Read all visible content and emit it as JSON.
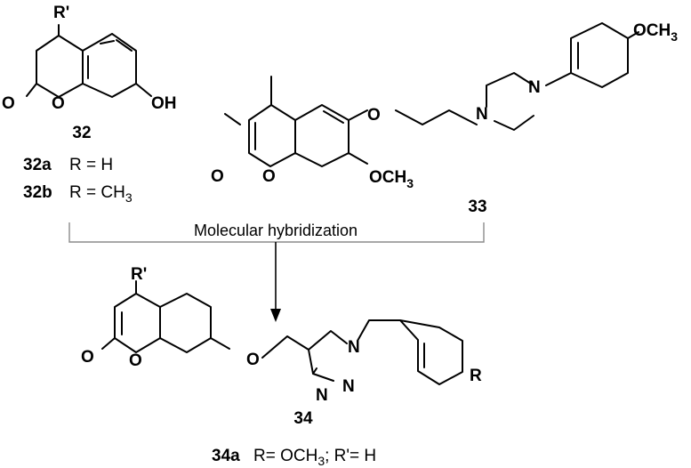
{
  "atoms": {
    "R_prime": "R'",
    "O": "O",
    "OH": "OH",
    "N": "N",
    "R": "R",
    "OCH": "OCH",
    "three": "3"
  },
  "compounds": {
    "c32": "32",
    "c33": "33",
    "c34": "34"
  },
  "variants": {
    "v32a_label": "32a",
    "v32a_text": "R = H",
    "v32b_label": "32b",
    "v32b_text": "R = CH",
    "v32b_sub": "3",
    "v34a_label": "34a",
    "v34a_text1": "R= OCH",
    "v34a_sub": "3",
    "v34a_text2": "; R'= H"
  },
  "arrow_label": "Molecular hybridization"
}
